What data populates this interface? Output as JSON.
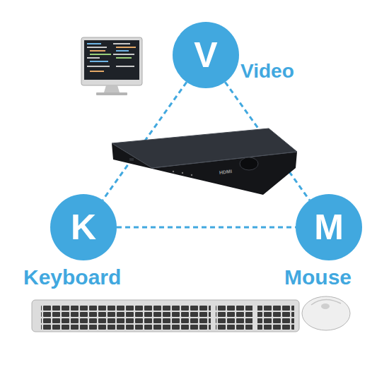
{
  "diagram": {
    "nodes": [
      {
        "text": [
          "V",
          "Video"
        ]
      },
      {
        "text": [
          "K",
          "Keyboard"
        ]
      },
      {
        "text": [
          "M",
          "Mouse"
        ]
      }
    ],
    "edges": [
      {
        "from": 0,
        "to": 1,
        "arrow": "none"
      },
      {
        "from": 0,
        "to": 2,
        "arrow": "none"
      },
      {
        "from": 1,
        "to": 2,
        "arrow": "none"
      }
    ],
    "labels": [
      "HDMI"
    ]
  }
}
